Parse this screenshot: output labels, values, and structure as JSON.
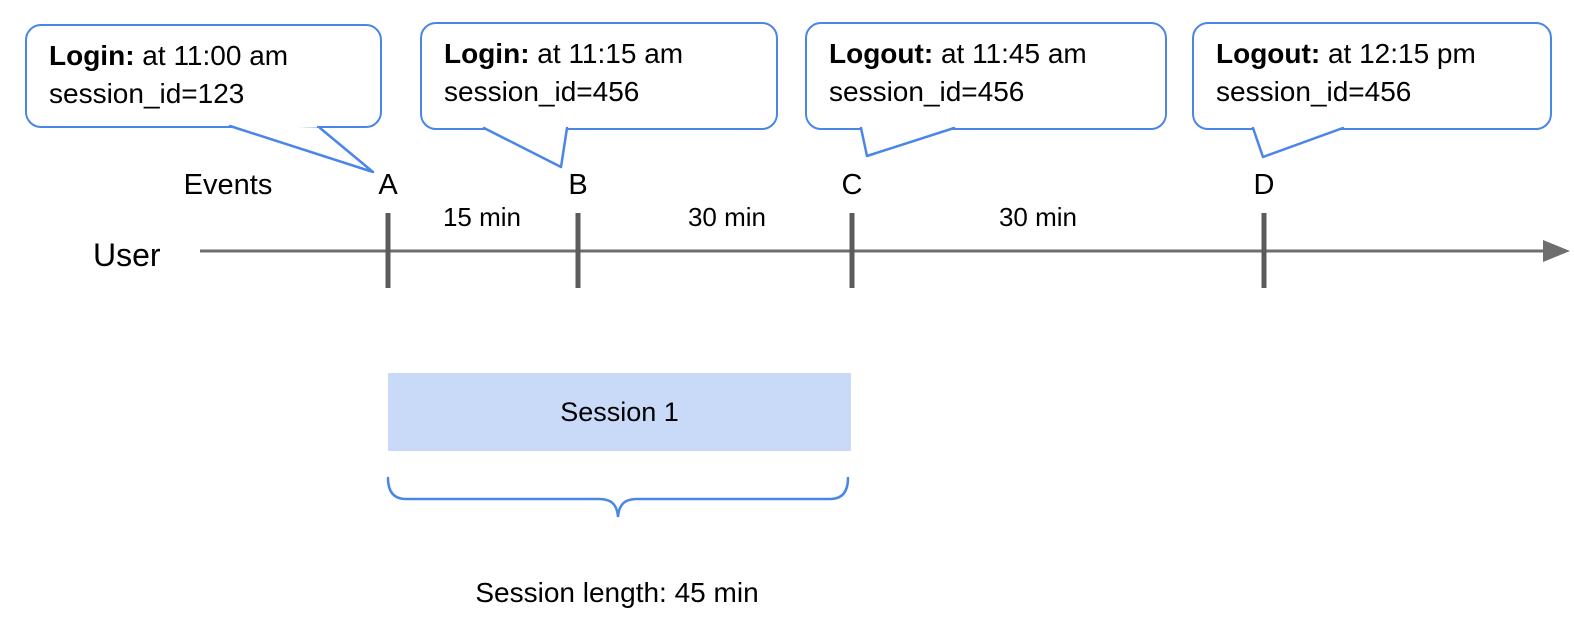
{
  "colors": {
    "accent_blue": "#4a86e8",
    "session_fill": "#c9daf8",
    "line_gray": "#6e6e6e",
    "tick_gray": "#5b5b5b",
    "ink": "#000000"
  },
  "callouts": [
    {
      "event": "Login:",
      "detail": " at 11:00 am",
      "session": "session_id=123"
    },
    {
      "event": "Login:",
      "detail": " at 11:15 am",
      "session": "session_id=456"
    },
    {
      "event": "Logout:",
      "detail": " at 11:45 am",
      "session": "session_id=456"
    },
    {
      "event": "Logout:",
      "detail": " at 12:15 pm",
      "session": "session_id=456"
    }
  ],
  "timeline": {
    "events_label": "Events",
    "user_label": "User",
    "markers": [
      "A",
      "B",
      "C",
      "D"
    ],
    "intervals": [
      "15 min",
      "30 min",
      "30 min"
    ]
  },
  "session": {
    "box_label": "Session 1",
    "length_label": "Session length: 45 min"
  }
}
